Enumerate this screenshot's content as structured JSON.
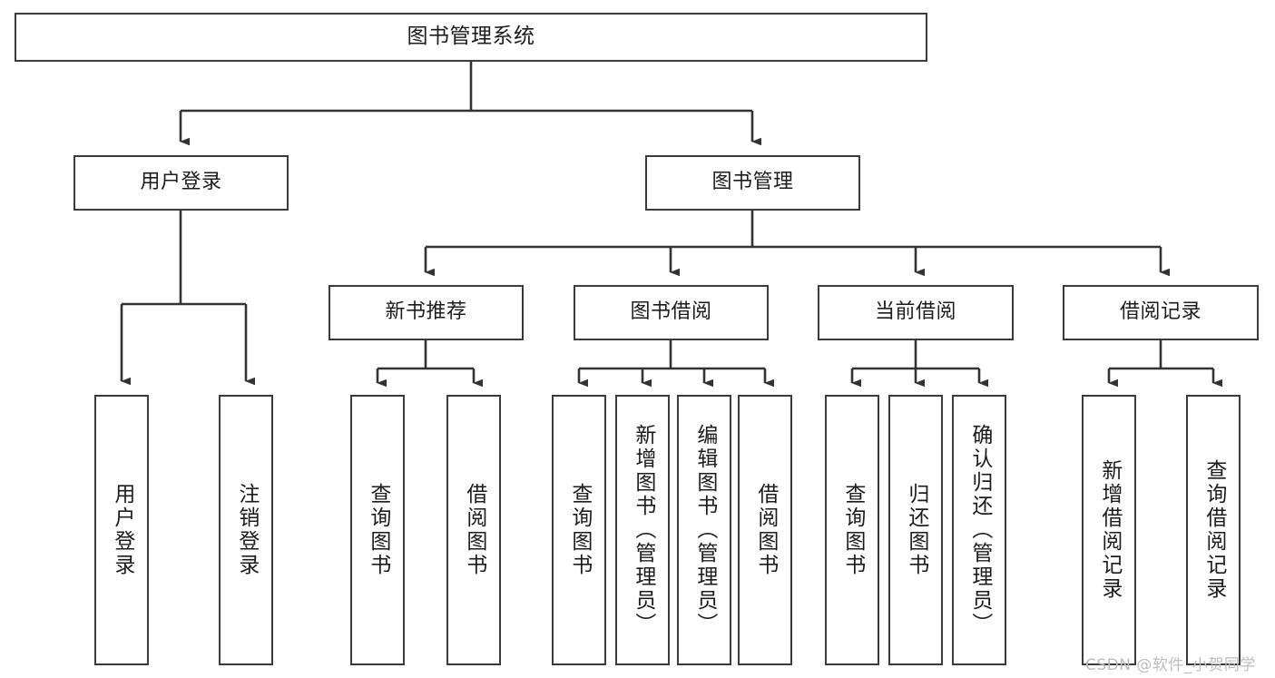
{
  "diagram": {
    "title": "图书管理系统",
    "type": "tree-hierarchy-diagram",
    "style": {
      "box_border_color": "#3b3b3b",
      "box_fill_color": "#ffffff",
      "connector_color": "#333333",
      "text_color": "#1c1c1c",
      "background": "#ffffff"
    },
    "root": {
      "label": "图书管理系统"
    },
    "level2": [
      {
        "label": "用户登录"
      },
      {
        "label": "图书管理"
      }
    ],
    "level3": [
      {
        "label": "新书推荐"
      },
      {
        "label": "图书借阅"
      },
      {
        "label": "当前借阅"
      },
      {
        "label": "借阅记录"
      }
    ],
    "leaves": {
      "user_login": [
        {
          "label": "用户登录"
        },
        {
          "label": "注销登录"
        }
      ],
      "new_book_recommend": [
        {
          "label": "查询图书"
        },
        {
          "label": "借阅图书"
        }
      ],
      "book_borrow": [
        {
          "label": "查询图书"
        },
        {
          "label": "新增图书（管理员）"
        },
        {
          "label": "编辑图书（管理员）"
        },
        {
          "label": "借阅图书"
        }
      ],
      "current_borrow": [
        {
          "label": "查询图书"
        },
        {
          "label": "归还图书"
        },
        {
          "label": "确认归还（管理员）"
        }
      ],
      "borrow_record": [
        {
          "label": "新增借阅记录"
        },
        {
          "label": "查询借阅记录"
        }
      ]
    }
  },
  "watermark": {
    "text": "CSDN @软件_小贺同学"
  }
}
